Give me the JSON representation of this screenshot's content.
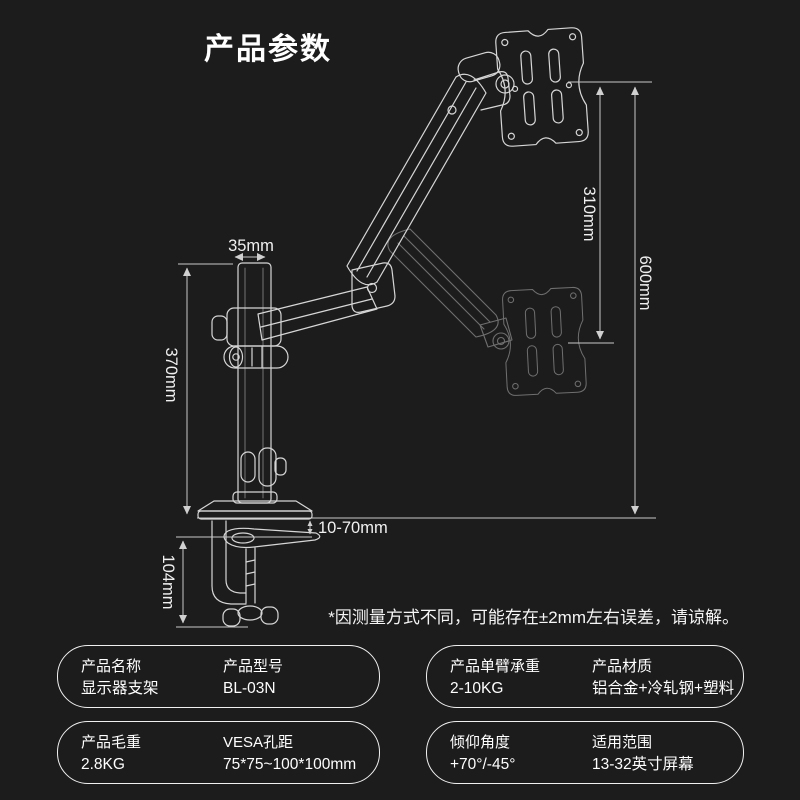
{
  "page": {
    "title": "产品参数",
    "background_color": "#1c1c1c",
    "text_color": "#ffffff",
    "line_color": "#d6d6d6",
    "ghost_line_color": "#6f6f6f"
  },
  "diagram": {
    "dimensions": {
      "pole_diameter": "35mm",
      "pole_height": "370mm",
      "lift_range": "310mm",
      "total_height": "600mm",
      "desk_thickness": "10-70mm",
      "clamp_height": "104mm"
    },
    "note": "*因测量方式不同，可能存在±2mm左右误差，请谅解。"
  },
  "spec_cards": [
    {
      "name": "name-and-model",
      "items": [
        {
          "label": "产品名称",
          "value": "显示器支架"
        },
        {
          "label": "产品型号",
          "value": "BL-03N"
        }
      ]
    },
    {
      "name": "load-and-material",
      "items": [
        {
          "label": "产品单臂承重",
          "value": "2-10KG"
        },
        {
          "label": "产品材质",
          "value": "铝合金+冷轧钢+塑料"
        }
      ]
    },
    {
      "name": "weight-and-vesa",
      "items": [
        {
          "label": "产品毛重",
          "value": "2.8KG"
        },
        {
          "label": "VESA孔距",
          "value": "75*75~100*100mm"
        }
      ]
    },
    {
      "name": "tilt-and-screen-size",
      "items": [
        {
          "label": "倾仰角度",
          "value": "+70°/-45°"
        },
        {
          "label": "适用范围",
          "value": "13-32英寸屏幕"
        }
      ]
    }
  ]
}
